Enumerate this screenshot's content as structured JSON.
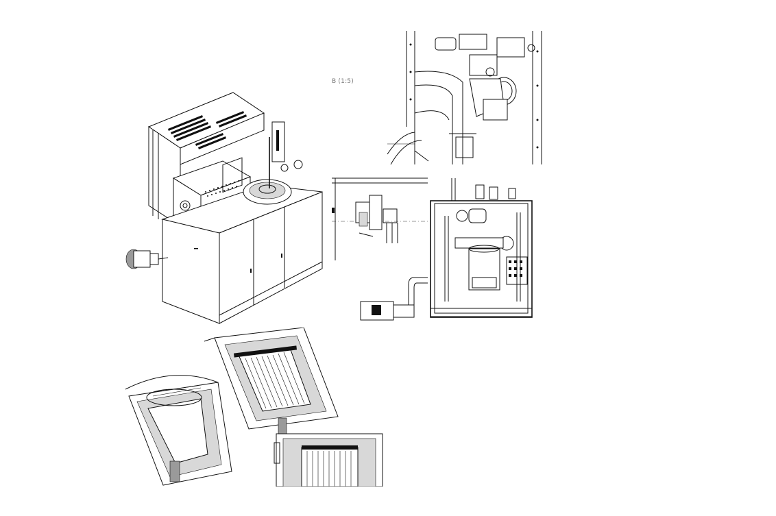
{
  "detail_label": "B (1:5)",
  "views": [
    {
      "id": "isometric",
      "icon": "furnace-isometric-drawing"
    },
    {
      "id": "detail-b",
      "icon": "detail-b-piping-drawing"
    },
    {
      "id": "front-section",
      "icon": "front-section-drawing"
    },
    {
      "id": "crucible-cutaway",
      "icon": "crucible-cutaway-drawing"
    }
  ]
}
